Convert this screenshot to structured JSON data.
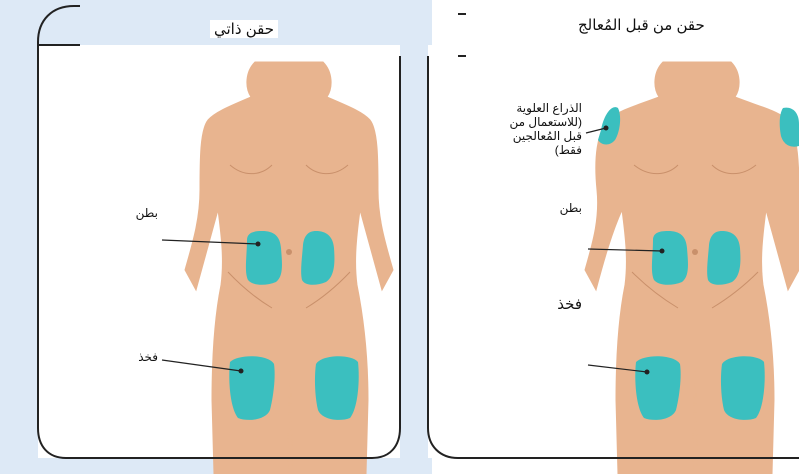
{
  "colors": {
    "background_left": "#dde9f6",
    "skin": "#e8b48f",
    "skin_line": "#c9906b",
    "injection_site": "#3bbfbf",
    "frame": "#222222"
  },
  "panels": {
    "self_injection": {
      "title": "حقن ذاتي",
      "labels": {
        "abdomen": "بطن",
        "thigh": "فخذ"
      }
    },
    "caregiver_injection": {
      "title": "حقن من قبل المُعالج",
      "labels": {
        "upper_arm": [
          "الذراع العلوية",
          "(للاستعمال من",
          "قبل المُعالجين",
          "فقط)"
        ],
        "abdomen": "بطن",
        "thigh": "فخذ"
      }
    }
  }
}
